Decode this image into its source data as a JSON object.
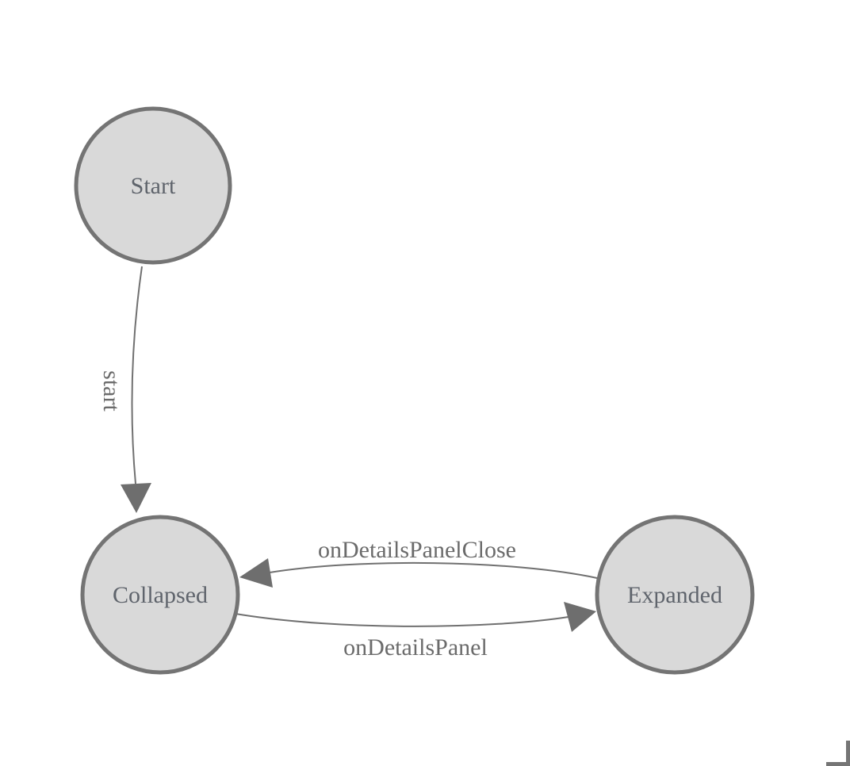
{
  "diagram": {
    "title": "state-machine-diagram",
    "nodes": [
      {
        "id": "Start",
        "label": "Start"
      },
      {
        "id": "Collapsed",
        "label": "Collapsed"
      },
      {
        "id": "Expanded",
        "label": "Expanded"
      }
    ],
    "edges": [
      {
        "from": "Start",
        "to": "Collapsed",
        "label": "start"
      },
      {
        "from": "Expanded",
        "to": "Collapsed",
        "label": "onDetailsPanelClose"
      },
      {
        "from": "Collapsed",
        "to": "Expanded",
        "label": "onDetailsPanel"
      }
    ],
    "colors": {
      "background": "#ffffff",
      "node_fill": "#d9d9d9",
      "node_stroke": "#747474",
      "edge_stroke": "#707070",
      "arrow_fill": "#6e6e6e",
      "node_text": "#5f646c",
      "edge_text": "#6b6b6b",
      "corner_mark": "#757575"
    }
  }
}
